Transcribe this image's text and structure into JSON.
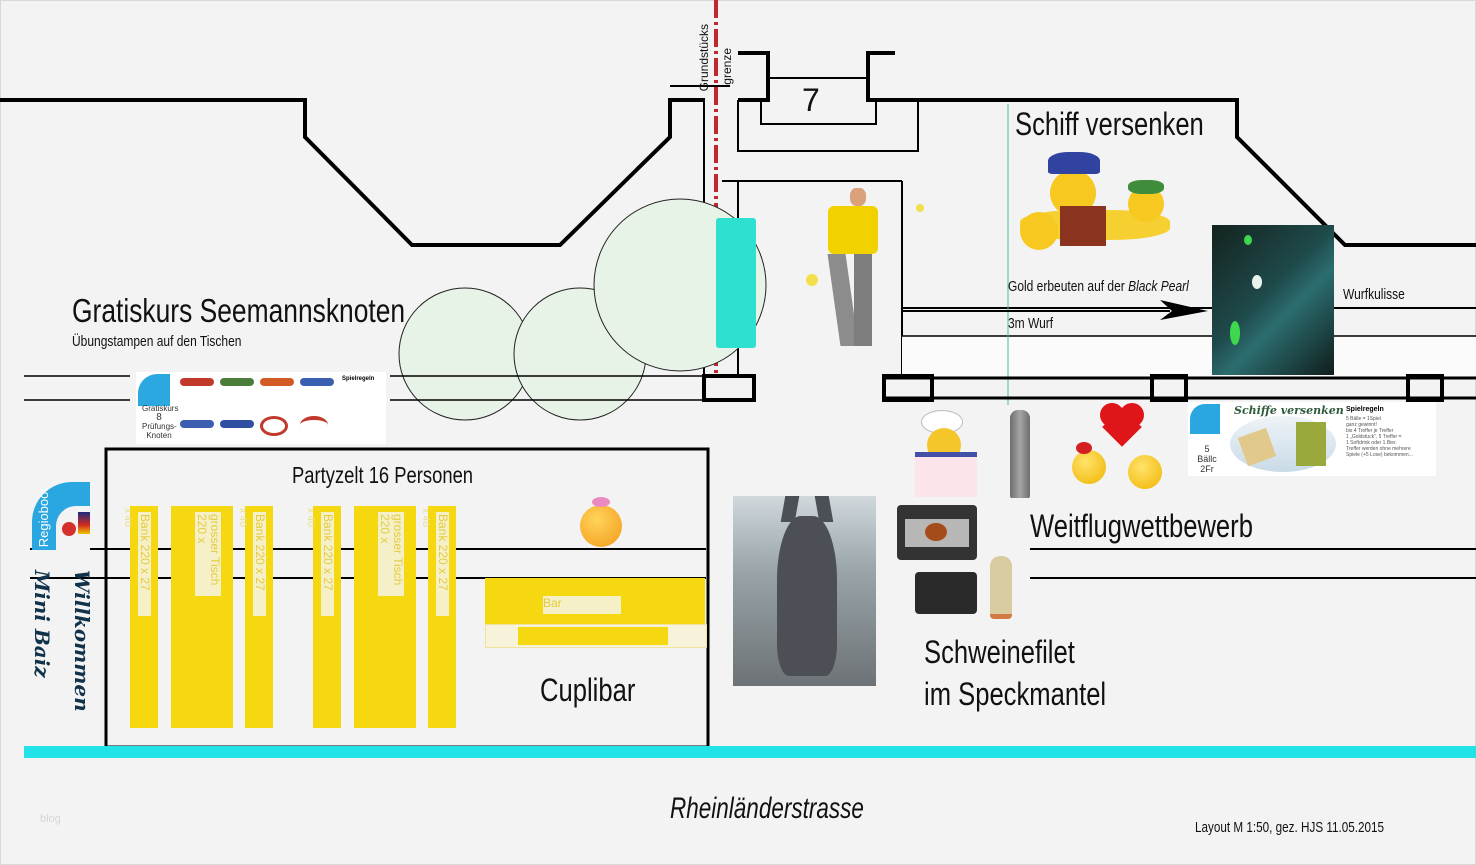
{
  "property_line": {
    "label_line1": "Grundstücks",
    "label_line2": "grenze",
    "color": "#c0282d"
  },
  "building": {
    "number": "7"
  },
  "game_ship": {
    "title": "Schiff versenken",
    "subtitle_plain": "Gold erbeuten auf der ",
    "subtitle_italic": "Black Pearl",
    "distance": "3m Wurf",
    "backdrop_label": "Wurfkulisse"
  },
  "knot_course": {
    "title": "Gratiskurs Seemannsknoten",
    "subtitle": "Übungstampen auf den Tischen",
    "poster": {
      "logo": "Regioboot",
      "text_lines": [
        "Gratiskurs",
        "8",
        "Prüfungs-",
        "Knoten"
      ],
      "rules_title": "Spielregeln"
    }
  },
  "tent": {
    "title": "Partyzelt 16 Personen",
    "benches": [
      {
        "label": "Bank 220 x 27",
        "side": "x 40"
      },
      {
        "label": "grosser Tisch 220 x",
        "side": ""
      },
      {
        "label": "Bank 220 x 27",
        "side": "x 40"
      },
      {
        "label": "Bank 220 x 27",
        "side": "x 40"
      },
      {
        "label": "grosser Tisch 220 x",
        "side": ""
      },
      {
        "label": "Bank 220 x 27",
        "side": "x 40"
      }
    ],
    "bar_label": "Bar",
    "cupli_label": "Cuplibar"
  },
  "welcome": {
    "logo": "Regioboot",
    "line1": "Willkommen",
    "line2": "Mini Baiz"
  },
  "grill": {
    "line1": "Schweinefilet",
    "line2": "im Speckmantel"
  },
  "balloon_contest": {
    "title": "Weitflugwettbewerb"
  },
  "ship_poster": {
    "logo": "Regioboot",
    "title": "Schiffe versenken",
    "price_lines": [
      "5",
      "Bällc",
      "2Fr"
    ],
    "rules_title": "Spielregeln",
    "rules": [
      "5 Bälle = 1Spiel",
      "ganz gewinnt!",
      "bis 4 Treffer je Treffer",
      "1 „Goldstück\", 5 Treffer =",
      "1 Softdrink oder 1 Bier.",
      "Treffer werden ohne mehrere",
      "Spiele (+5 Lose) bekommen..."
    ]
  },
  "footer": {
    "street": "Rheinländerstrasse",
    "credit": "Layout M 1:50,  gez. HJS 11.05.2015",
    "watermark": "blog"
  },
  "colors": {
    "bench": "#f5d80f",
    "road": "#22e3e8",
    "pool": "#2ee0d0"
  }
}
